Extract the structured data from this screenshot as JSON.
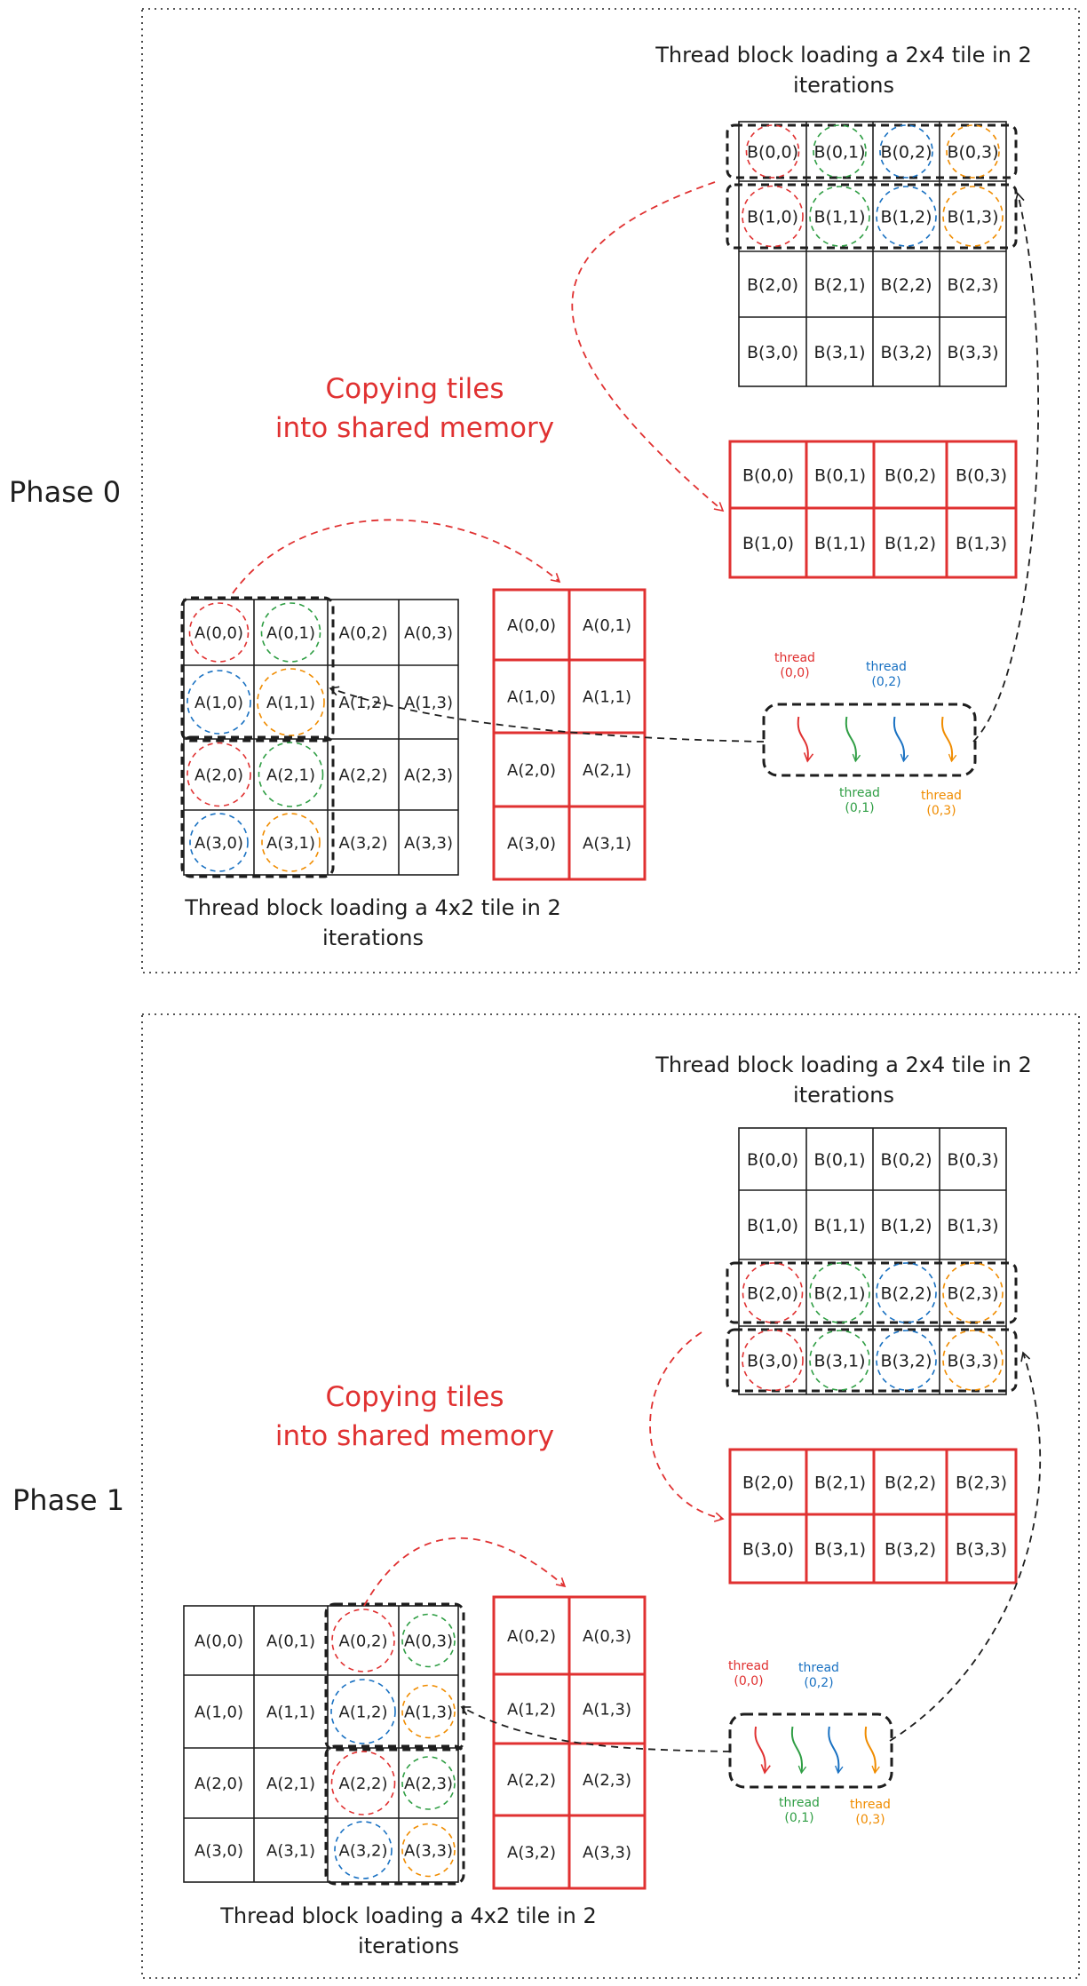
{
  "colors": {
    "ink": "#1e1e1e",
    "red": "#e03131",
    "green": "#2f9e44",
    "blue": "#1971c2",
    "orange": "#f08c00"
  },
  "phases": [
    {
      "label": "Phase 0",
      "copy_text": [
        "Copying tiles",
        "into shared memory"
      ],
      "b_caption": [
        "Thread block loading a 2x4 tile in 2",
        "iterations"
      ],
      "a_caption": [
        "Thread block loading a 4x2 tile in 2",
        "iterations"
      ],
      "b_matrix": [
        [
          "B(0,0)",
          "B(0,1)",
          "B(0,2)",
          "B(0,3)"
        ],
        [
          "B(1,0)",
          "B(1,1)",
          "B(1,2)",
          "B(1,3)"
        ],
        [
          "B(2,0)",
          "B(2,1)",
          "B(2,2)",
          "B(2,3)"
        ],
        [
          "B(3,0)",
          "B(3,1)",
          "B(3,2)",
          "B(3,3)"
        ]
      ],
      "b_shared": [
        [
          "B(0,0)",
          "B(0,1)",
          "B(0,2)",
          "B(0,3)"
        ],
        [
          "B(1,0)",
          "B(1,1)",
          "B(1,2)",
          "B(1,3)"
        ]
      ],
      "a_matrix": [
        [
          "A(0,0)",
          "A(0,1)",
          "A(0,2)",
          "A(0,3)"
        ],
        [
          "A(1,0)",
          "A(1,1)",
          "A(1,2)",
          "A(1,3)"
        ],
        [
          "A(2,0)",
          "A(2,1)",
          "A(2,2)",
          "A(2,3)"
        ],
        [
          "A(3,0)",
          "A(3,1)",
          "A(3,2)",
          "A(3,3)"
        ]
      ],
      "a_shared": [
        [
          "A(0,0)",
          "A(0,1)"
        ],
        [
          "A(1,0)",
          "A(1,1)"
        ],
        [
          "A(2,0)",
          "A(2,1)"
        ],
        [
          "A(3,0)",
          "A(3,1)"
        ]
      ],
      "threads": [
        {
          "label": [
            "thread",
            "(0,0)"
          ],
          "color": "red"
        },
        {
          "label": [
            "thread",
            "(0,1)"
          ],
          "color": "green"
        },
        {
          "label": [
            "thread",
            "(0,2)"
          ],
          "color": "blue"
        },
        {
          "label": [
            "thread",
            "(0,3)"
          ],
          "color": "orange"
        }
      ]
    },
    {
      "label": "Phase 1",
      "copy_text": [
        "Copying tiles",
        "into shared memory"
      ],
      "b_caption": [
        "Thread block loading a 2x4 tile in 2",
        "iterations"
      ],
      "a_caption": [
        "Thread block loading a 4x2 tile in 2",
        "iterations"
      ],
      "b_matrix": [
        [
          "B(0,0)",
          "B(0,1)",
          "B(0,2)",
          "B(0,3)"
        ],
        [
          "B(1,0)",
          "B(1,1)",
          "B(1,2)",
          "B(1,3)"
        ],
        [
          "B(2,0)",
          "B(2,1)",
          "B(2,2)",
          "B(2,3)"
        ],
        [
          "B(3,0)",
          "B(3,1)",
          "B(3,2)",
          "B(3,3)"
        ]
      ],
      "b_shared": [
        [
          "B(2,0)",
          "B(2,1)",
          "B(2,2)",
          "B(2,3)"
        ],
        [
          "B(3,0)",
          "B(3,1)",
          "B(3,2)",
          "B(3,3)"
        ]
      ],
      "a_matrix": [
        [
          "A(0,0)",
          "A(0,1)",
          "A(0,2)",
          "A(0,3)"
        ],
        [
          "A(1,0)",
          "A(1,1)",
          "A(1,2)",
          "A(1,3)"
        ],
        [
          "A(2,0)",
          "A(2,1)",
          "A(2,2)",
          "A(2,3)"
        ],
        [
          "A(3,0)",
          "A(3,1)",
          "A(3,2)",
          "A(3,3)"
        ]
      ],
      "a_shared": [
        [
          "A(0,2)",
          "A(0,3)"
        ],
        [
          "A(1,2)",
          "A(1,3)"
        ],
        [
          "A(2,2)",
          "A(2,3)"
        ],
        [
          "A(3,2)",
          "A(3,3)"
        ]
      ],
      "threads": [
        {
          "label": [
            "thread",
            "(0,0)"
          ],
          "color": "red"
        },
        {
          "label": [
            "thread",
            "(0,1)"
          ],
          "color": "green"
        },
        {
          "label": [
            "thread",
            "(0,2)"
          ],
          "color": "blue"
        },
        {
          "label": [
            "thread",
            "(0,3)"
          ],
          "color": "orange"
        }
      ]
    }
  ]
}
